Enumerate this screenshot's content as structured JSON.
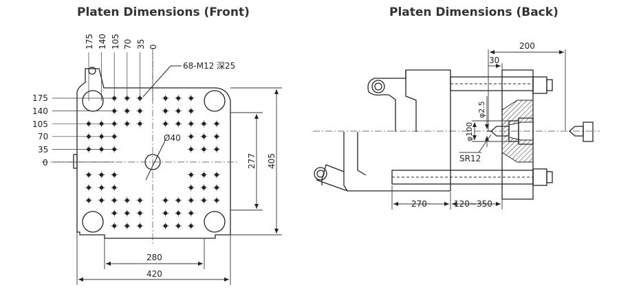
{
  "front": {
    "title": "Platen Dimensions (Front)",
    "top_ticks": [
      "175",
      "140",
      "105",
      "70",
      "35",
      "0"
    ],
    "left_ticks": [
      "175",
      "140",
      "105",
      "70",
      "35",
      "0"
    ],
    "hole_label": "68-M12  深25",
    "center_label": "Ø40",
    "dim_inner_height": "277",
    "dim_outer_height": "405",
    "dim_inner_width": "280",
    "dim_outer_width": "420"
  },
  "back": {
    "title": "Platen Dimensions (Back)",
    "dim_200": "200",
    "dim_30": "30",
    "dim_phi25": "φ2.5",
    "dim_phi100": "φ100",
    "dim_sr12": "SR12",
    "dim_270": "270",
    "dim_stroke": "120~350"
  }
}
